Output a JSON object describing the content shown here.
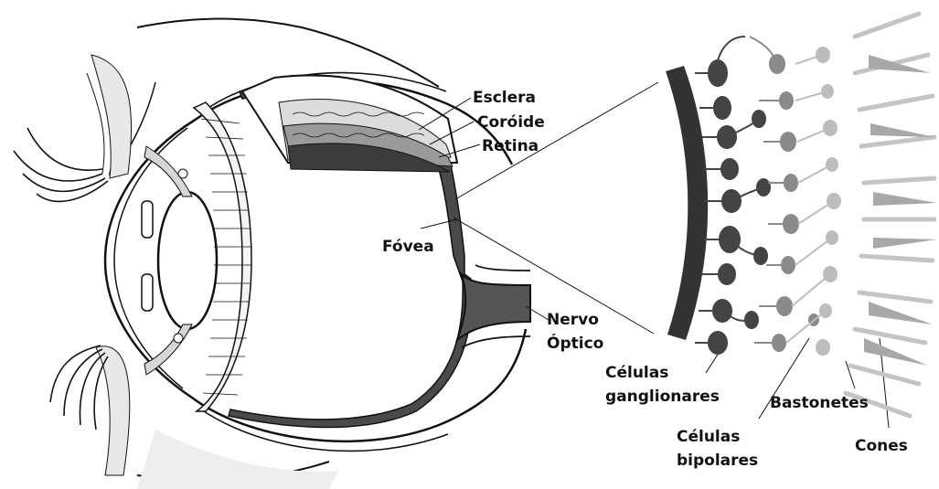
{
  "colors": {
    "ink": "#111111",
    "retina_fill": "#555555",
    "layer_dark": "#444444",
    "layer_mid": "#8a8a8a",
    "layer_light": "#bdbdbd",
    "background": "#ffffff"
  },
  "labels": {
    "esclera": "Esclera",
    "coroide": "Coróide",
    "retina": "Retina",
    "fovea": "Fóvea",
    "nervo_optico_1": "Nervo",
    "nervo_optico_2": "Óptico",
    "celulas_ganglionares_1": "Células",
    "celulas_ganglionares_2": "ganglionares",
    "bastonetes": "Bastonetes",
    "celulas_bipolares_1": "Células",
    "celulas_bipolares_2": "bipolares",
    "cones": "Cones"
  }
}
